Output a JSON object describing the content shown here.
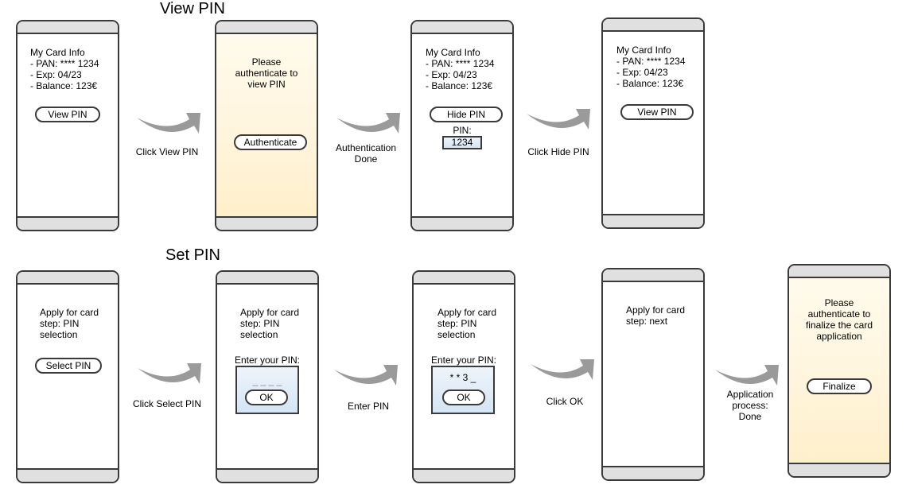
{
  "sections": {
    "view_pin": {
      "title": "View PIN"
    },
    "set_pin": {
      "title": "Set PIN"
    }
  },
  "view_pin_flow": {
    "screen1": {
      "card_info": "My Card Info\n- PAN: **** 1234\n- Exp: 04/23\n- Balance: 123€",
      "button": "View PIN"
    },
    "transition1": "Click View PIN",
    "screen2": {
      "message": "Please\nauthenticate to\nview PIN",
      "button": "Authenticate"
    },
    "transition2": "Authentication\nDone",
    "screen3": {
      "card_info": "My Card Info\n- PAN: **** 1234\n- Exp: 04/23\n- Balance: 123€",
      "button": "Hide PIN",
      "pin_label": "PIN:",
      "pin_value": "1234"
    },
    "transition3": "Click Hide PIN",
    "screen4": {
      "card_info": "My Card Info\n- PAN: **** 1234\n- Exp: 04/23\n- Balance: 123€",
      "button": "View PIN"
    }
  },
  "set_pin_flow": {
    "screen1": {
      "step_text": "Apply for card\nstep: PIN\nselection",
      "button": "Select PIN"
    },
    "transition1": "Click Select PIN",
    "screen2": {
      "step_text": "Apply for card\nstep: PIN\nselection",
      "prompt": "Enter your PIN:",
      "pin_placeholder": "_ _ _ _",
      "ok_button": "OK"
    },
    "transition2": "Enter PIN",
    "screen3": {
      "step_text": "Apply for card\nstep: PIN\nselection",
      "prompt": "Enter your PIN:",
      "pin_value": "* * 3 _",
      "ok_button": "OK"
    },
    "transition3": "Click OK",
    "screen4": {
      "step_text": "Apply for card\nstep: next"
    },
    "transition4": "Application\nprocess:\nDone",
    "screen5": {
      "message": "Please\nauthenticate to\nfinalize the card\napplication",
      "button": "Finalize"
    }
  },
  "colors": {
    "frame": "#3a3a3a",
    "bar": "#e0e0e0",
    "auth_bg_top": "#fffbee",
    "auth_bg_bottom": "#ffefc8",
    "pin_box_top": "#eef4fb",
    "pin_box_bottom": "#d4e5f5",
    "arrow": "#9a9a9a"
  }
}
